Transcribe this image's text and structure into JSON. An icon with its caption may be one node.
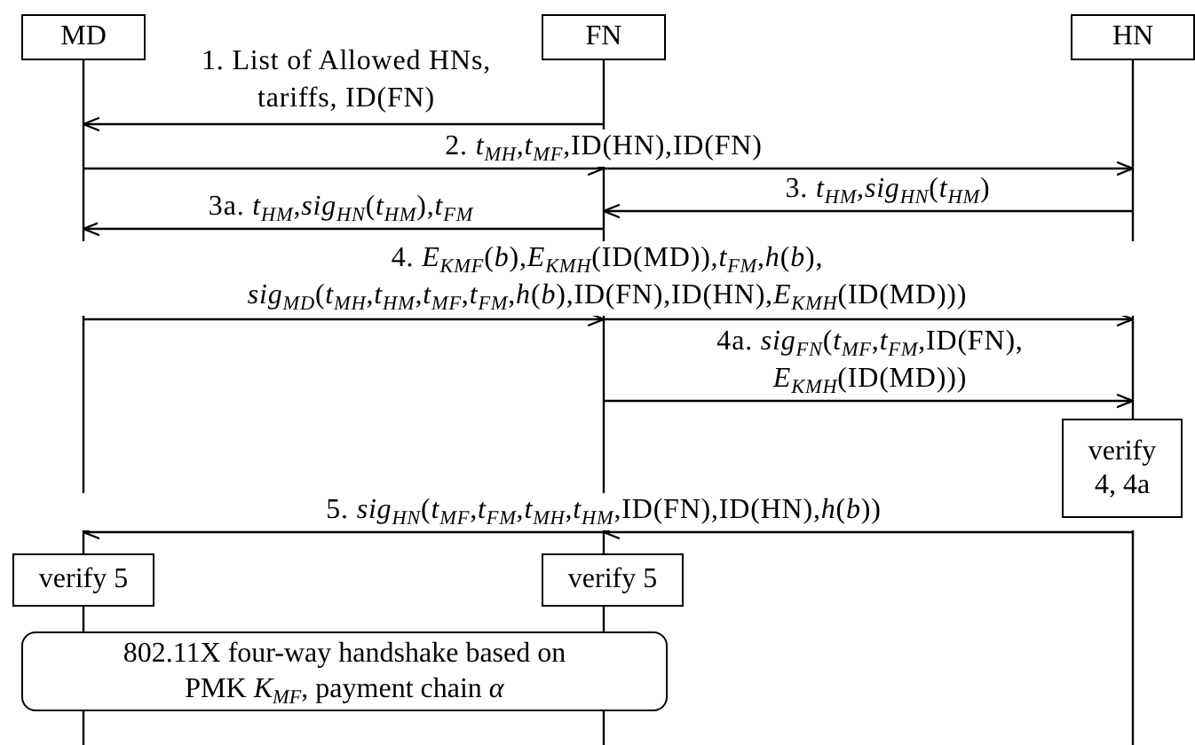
{
  "diagram": {
    "nodes": [
      {
        "text": [
          "MD"
        ]
      },
      {
        "text": [
          "FN"
        ]
      },
      {
        "text": [
          "HN"
        ]
      },
      {
        "text": [
          "verify 4, 4a"
        ]
      },
      {
        "text": [
          "verify 5"
        ]
      },
      {
        "text": [
          "verify 5"
        ]
      },
      {
        "text": [
          "802.11X four-way handshake based on PMK *K*$_{MF}$, payment chain *α*"
        ]
      }
    ],
    "edges": [
      {
        "from": 1,
        "to": 0,
        "arrow": "to",
        "label": "1. List of Allowed HNs, tariffs, ID(FN)"
      },
      {
        "from": 0,
        "to": 1,
        "arrow": "to",
        "label": "2. *t*$_{MH}$,*t*$_{MF}$,ID(HN),ID(FN)"
      },
      {
        "from": 1,
        "to": 2,
        "arrow": "to"
      },
      {
        "from": 2,
        "to": 1,
        "arrow": "to",
        "label": "3. *t*$_{HM}$,*sig*$_{HN}$(*t*$_{HM}$)"
      },
      {
        "from": 1,
        "to": 0,
        "arrow": "to",
        "label": "3a. *t*$_{HM}$,*sig*$_{HN}$(*t*$_{HM}$),*t*$_{FM}$"
      },
      {
        "from": 0,
        "to": 1,
        "arrow": "to",
        "label": "4. *E*$_{KMF}$(*b*),*E*$_{KMH}$(ID(MD)),*t*$_{FM}$,*h*(*b*), *sig*$_{MD}$(*t*$_{MH}$,*t*$_{HM}$,*t*$_{MF}$,*t*$_{FM}$,*h*(*b*),ID(FN),ID(HN),*E*$_{KMH}$(ID(MD)))"
      },
      {
        "from": 1,
        "to": 2,
        "arrow": "to"
      },
      {
        "from": 1,
        "to": 2,
        "arrow": "to",
        "label": "4a. *sig*$_{FN}$(*t*$_{MF}$,*t*$_{FM}$,ID(FN), *E*$_{KMH}$(ID(MD)))"
      },
      {
        "from": 2,
        "to": 1,
        "arrow": "to"
      },
      {
        "from": 1,
        "to": 0,
        "arrow": "to",
        "label": "5. *sig*$_{HN}$(*t*$_{MF}$,*t*$_{FM}$,*t*$_{MH}$,*t*$_{HM}$,ID(FN),ID(HN),*h*(*b*))"
      }
    ]
  }
}
